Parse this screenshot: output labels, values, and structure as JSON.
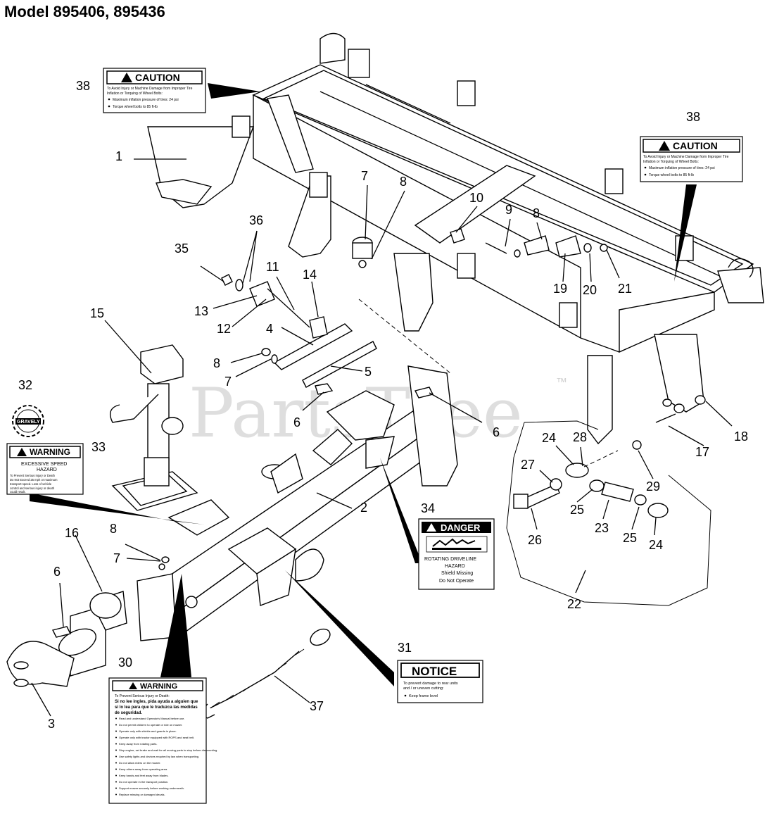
{
  "title": "Model 895406, 895436",
  "watermark": "PartsTree",
  "trademark": "™",
  "callouts": {
    "c1": "1",
    "c2": "2",
    "c3": "3",
    "c4": "4",
    "c5": "5",
    "c6a": "6",
    "c6b": "6",
    "c6c": "6",
    "c7a": "7",
    "c7b": "7",
    "c7c": "7",
    "c8a": "8",
    "c8b": "8",
    "c8c": "8",
    "c8d": "8",
    "c10": "10",
    "c11": "11",
    "c12": "12",
    "c13": "13",
    "c14": "14",
    "c15": "15",
    "c16": "16",
    "c17": "17",
    "c18": "18",
    "c19": "19",
    "c20": "20",
    "c21": "21",
    "c22": "22",
    "c23": "23",
    "c24a": "24",
    "c24b": "24",
    "c25a": "25",
    "c25b": "25",
    "c26": "26",
    "c27": "27",
    "c28": "28",
    "c29": "29",
    "c30": "30",
    "c31": "31",
    "c32": "32",
    "c33": "33",
    "c34": "34",
    "c35": "35",
    "c36": "36",
    "c37": "37",
    "c38a": "38",
    "c38b": "38",
    "c9": "9"
  },
  "decals": {
    "caution": {
      "heading": "CAUTION",
      "line1": "To Avoid Injury or Machine Damage from Improper Tire",
      "line2": "Inflation or Torquing of Wheel Bolts:",
      "bullet1": "Maximum inflation pressure of tires: 24 psi",
      "bullet2": "Torque wheel bolts to 85 ft-lb"
    },
    "warning_speed": {
      "heading": "WARNING",
      "line1": "EXCESSIVE SPEED",
      "line2": "HAZARD",
      "line3": "To Prevent Serious Injury or Death",
      "line4": "Do Not Exceed 25 mph or maximum",
      "line5": "transport speed. Loss of vehicle",
      "line6": "control and serious injury or death",
      "line7": "could result."
    },
    "danger": {
      "heading": "DANGER",
      "line1": "ROTATING DRIVELINE",
      "line2": "HAZARD",
      "line3": "Shield Missing",
      "line4": "Do Not Operate"
    },
    "notice": {
      "heading": "NOTICE",
      "line1": "To prevent damage to rear units",
      "line2": "and / or uneven cutting:",
      "bullet1": "Keep frame level"
    },
    "warning_big": {
      "heading": "WARNING",
      "line1": "To Prevent Serious Injury or Death:",
      "line2": "Si no lee ingles, pida ayuda a alguien que",
      "line3": "si lo lea para que le traduzca las medidas",
      "line4": "de seguridad.",
      "rules": [
        "Read and understand Operator's Manual before use.",
        "Do not permit children to operate or ride on mower.",
        "Operate only with shields and guards in place.",
        "Operate only with tractor equipped with ROPS and seat belt.",
        "Keep away from rotating parts.",
        "Stop engine, set brake and wait for all moving parts to stop before dismounting.",
        "Use safety lights and devices required by law when transporting.",
        "Do not allow riders on the mower.",
        "Keep others away from operating area.",
        "Keep hands and feet away from blades.",
        "Do not operate in the transport position.",
        "Support mower securely before working underneath.",
        "Replace missing or damaged decals."
      ]
    },
    "brand": "GRAVELY"
  }
}
